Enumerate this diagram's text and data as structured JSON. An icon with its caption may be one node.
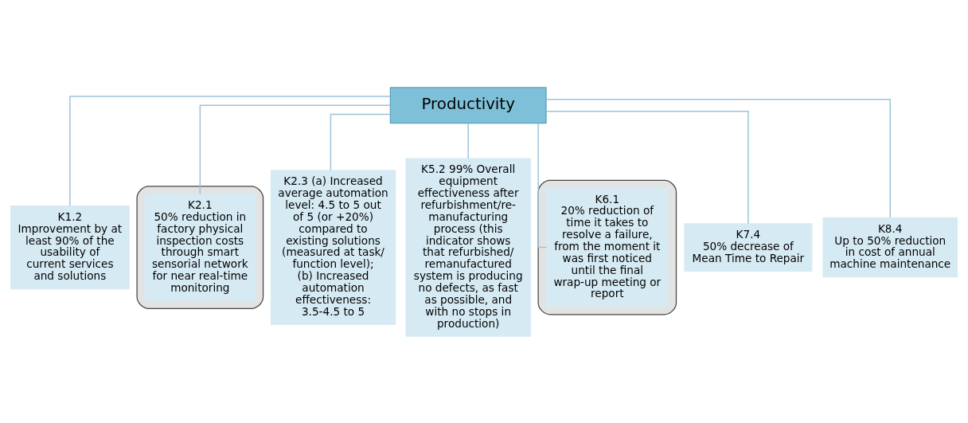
{
  "diagram": {
    "nodes": [
      {
        "text": [
          "Productivity"
        ]
      },
      {
        "text": [
          "K1.2",
          "Improvement by at least 90% of the usability of current services and solutions"
        ]
      },
      {
        "text": [],
        "shape": "ellipse"
      },
      {
        "text": [
          "K2.1",
          "50% reduction in factory physical inspection costs through smart sensorial network for near real-time monitoring"
        ],
        "in": 2
      },
      {
        "text": [
          "K2.3 (a) Increased average automation level: 4.5 to 5 out of 5 (or +20%) compared to existing solutions (measured at task/ function level); (b) Increased automation effectiveness: 3.5-4.5 to 5"
        ]
      },
      {
        "text": [
          "K5.2 99% Overall equipment effectiveness after refurbishment/re-manufacturing process (this indicator shows that refurbished/ remanufactured system is producing no defects, as fast as possible, and with no stops in production)"
        ]
      },
      {
        "text": [],
        "shape": "ellipse"
      },
      {
        "text": [
          "K6.1",
          "20% reduction of time it takes to resolve a failure, from the moment it was first noticed until the final wrap-up meeting or report"
        ],
        "in": 6
      },
      {
        "text": [
          "K7.4",
          "50% decrease of Mean Time to Repair"
        ]
      },
      {
        "text": [
          "K8.4",
          "Up to 50% reduction in cost of annual machine maintenance"
        ]
      }
    ],
    "edges": [
      {
        "from": 0,
        "to": 1,
        "arrow": "none"
      },
      {
        "from": 0,
        "to": 3,
        "arrow": "none"
      },
      {
        "from": 0,
        "to": 4,
        "arrow": "none"
      },
      {
        "from": 0,
        "to": 5,
        "arrow": "none"
      },
      {
        "from": 0,
        "to": 7,
        "arrow": "none"
      },
      {
        "from": 0,
        "to": 8,
        "arrow": "none"
      },
      {
        "from": 0,
        "to": 9,
        "arrow": "none"
      }
    ]
  }
}
